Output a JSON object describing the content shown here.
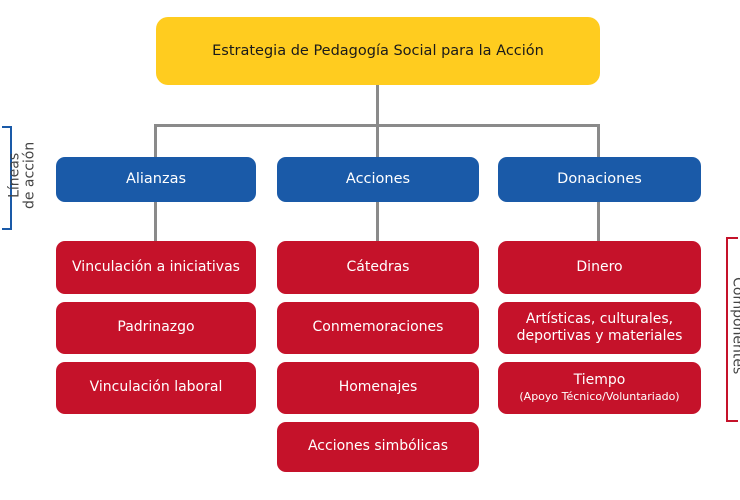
{
  "root": {
    "label": "Estrategia de Pedagogía Social para la Acción"
  },
  "left_label": {
    "line1": "Líneas",
    "line2": "de acción"
  },
  "right_label": {
    "text": "Componentes"
  },
  "columns": [
    {
      "header": "Alianzas",
      "items": [
        {
          "line1": "Vinculación a iniciativas"
        },
        {
          "line1": "Padrinazgo"
        },
        {
          "line1": "Vinculación laboral"
        }
      ]
    },
    {
      "header": "Acciones",
      "items": [
        {
          "line1": "Cátedras"
        },
        {
          "line1": "Conmemoraciones"
        },
        {
          "line1": "Homenajes"
        },
        {
          "line1": "Acciones simbólicas"
        }
      ]
    },
    {
      "header": "Donaciones",
      "items": [
        {
          "line1": "Dinero"
        },
        {
          "line1": "Artísticas, culturales, deportivas y materiales"
        },
        {
          "line1": "Tiempo",
          "line2": "(Apoyo Técnico/Voluntariado)"
        }
      ]
    }
  ],
  "colors": {
    "root": "#ffcc1f",
    "header": "#1a5aa8",
    "item": "#c5122a",
    "connector": "#8a8a8a",
    "left_marker": "#1a5aa8",
    "right_marker": "#c5122a"
  }
}
